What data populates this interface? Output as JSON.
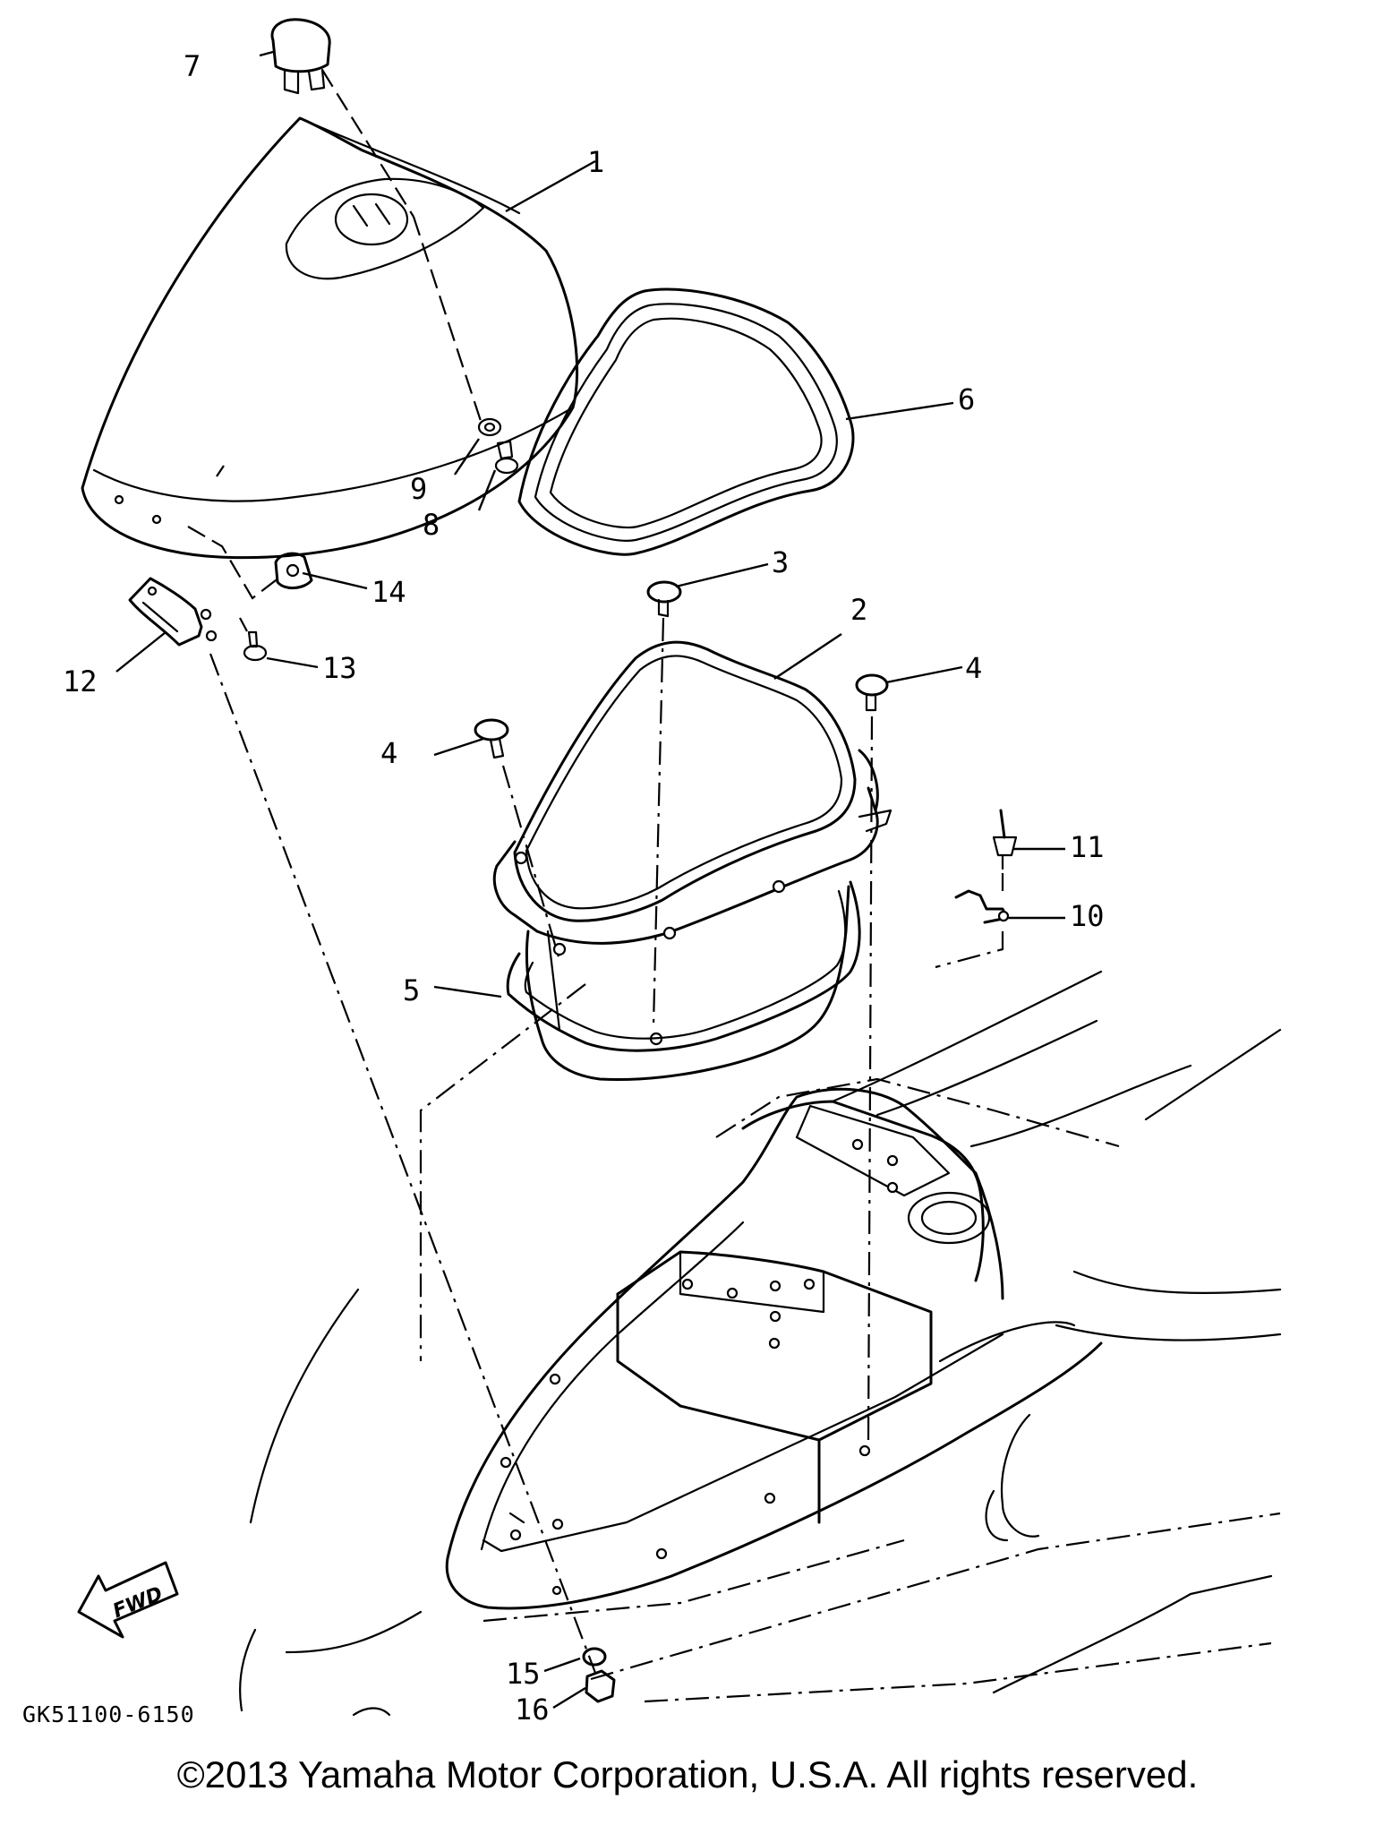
{
  "diagram": {
    "callouts": [
      {
        "id": "1",
        "label": "1"
      },
      {
        "id": "2",
        "label": "2"
      },
      {
        "id": "3",
        "label": "3"
      },
      {
        "id": "4a",
        "label": "4"
      },
      {
        "id": "4b",
        "label": "4"
      },
      {
        "id": "5",
        "label": "5"
      },
      {
        "id": "6",
        "label": "6"
      },
      {
        "id": "7",
        "label": "7"
      },
      {
        "id": "8",
        "label": "8"
      },
      {
        "id": "9",
        "label": "9"
      },
      {
        "id": "10",
        "label": "10"
      },
      {
        "id": "11",
        "label": "11"
      },
      {
        "id": "12",
        "label": "12"
      },
      {
        "id": "13",
        "label": "13"
      },
      {
        "id": "14",
        "label": "14"
      },
      {
        "id": "15",
        "label": "15"
      },
      {
        "id": "16",
        "label": "16"
      }
    ],
    "fwd_label": "FWD",
    "reference_code": "GK51100-6150"
  },
  "footer": {
    "copyright": "©2013 Yamaha Motor Corporation, U.S.A. All rights reserved."
  }
}
